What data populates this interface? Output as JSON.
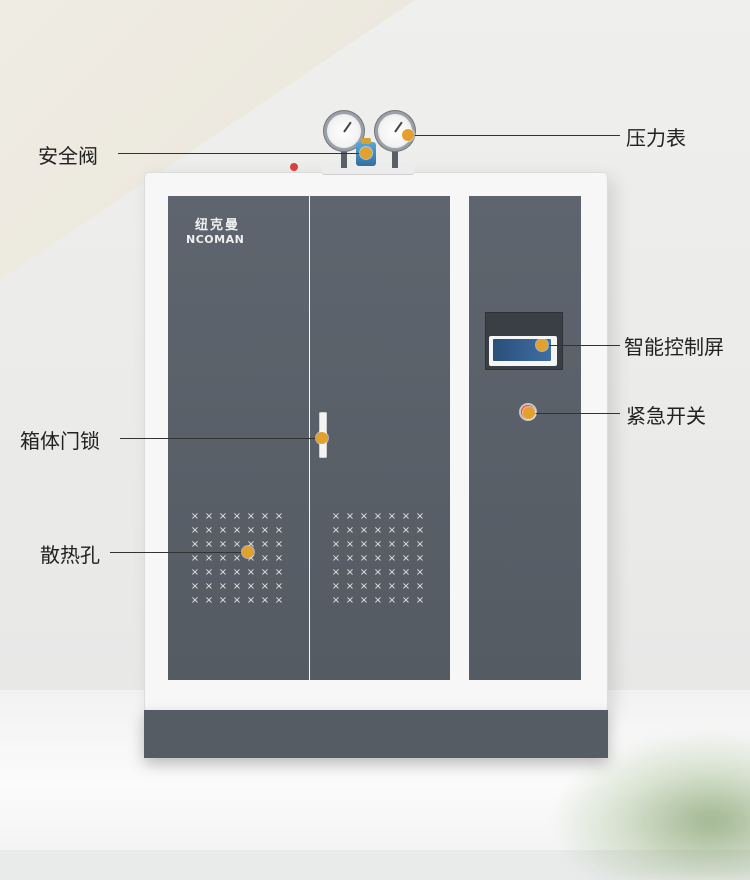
{
  "product": {
    "brand_cn": "纽克曼",
    "brand_en": "NCOMAN"
  },
  "callouts": {
    "safety_valve": "安全阀",
    "pressure_gauge": "压力表",
    "control_screen": "智能控制屏",
    "emergency_switch": "紧急开关",
    "door_lock": "箱体门锁",
    "vent_holes": "散热孔"
  },
  "colors": {
    "cabinet_panel": "#5a6068",
    "cabinet_frame": "#f7f7f7",
    "callout_dot": "#e2a02c",
    "emergency_button": "#e8532a"
  },
  "icons": {
    "vent_mark": "×"
  }
}
